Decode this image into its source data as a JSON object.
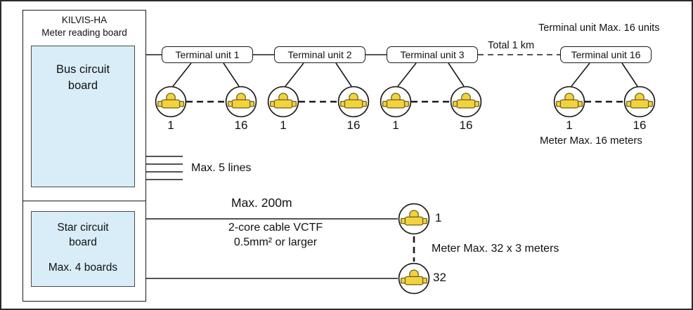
{
  "colors": {
    "board_fill": "#d8edf8",
    "meter_body": "#f2d23e",
    "line": "#1a1a1a",
    "background": "#ffffff"
  },
  "reading_board": {
    "title": "KILVIS-HA",
    "subtitle": "Meter reading board",
    "bus_board": {
      "label": "Bus circuit board"
    },
    "star_board": {
      "label": "Star circuit board",
      "max": "Max. 4 boards"
    }
  },
  "bus_network": {
    "max_units_label": "Terminal unit Max. 16 units",
    "total_distance_label": "Total 1 km",
    "max_lines_label": "Max. 5 lines",
    "meter_max_label": "Meter Max. 16 meters",
    "terminal_units": [
      {
        "label": "Terminal unit 1",
        "first_meter": "1",
        "last_meter": "16"
      },
      {
        "label": "Terminal unit 2",
        "first_meter": "1",
        "last_meter": "16"
      },
      {
        "label": "Terminal unit 3",
        "first_meter": "1",
        "last_meter": "16"
      },
      {
        "label": "Terminal unit 16",
        "first_meter": "1",
        "last_meter": "16"
      }
    ]
  },
  "star_network": {
    "max_distance_label": "Max. 200m",
    "cable_label_line1": "2-core cable VCTF",
    "cable_label_line2": "0.5mm² or larger",
    "meter_max_label": "Meter Max. 32 x 3 meters",
    "first_meter": "1",
    "last_meter": "32"
  }
}
